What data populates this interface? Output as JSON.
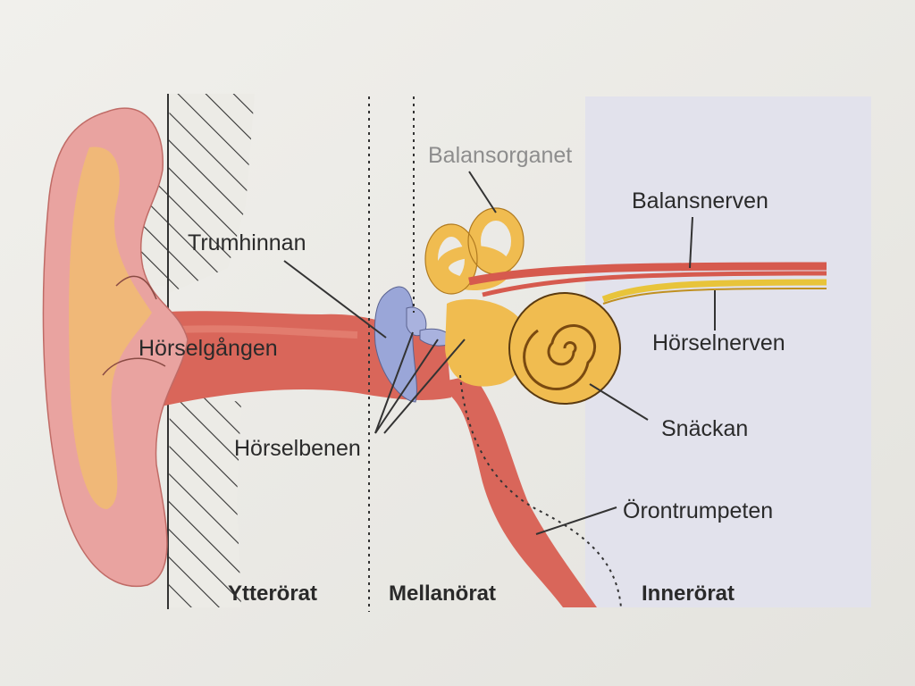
{
  "labels": {
    "balansorganet": "Balansorganet",
    "balansnerven": "Balansnerven",
    "trumhinnan": "Trumhinnan",
    "horselgangen": "Hörselgången",
    "horselnerven": "Hörselnerven",
    "snackan": "Snäckan",
    "horselbenen": "Hörselbenen",
    "orontrumpeten": "Örontrumpeten"
  },
  "regions": {
    "outer": "Ytterörat",
    "middle": "Mellanörat",
    "inner": "Innerörat"
  },
  "colors": {
    "paper": "#ecebe6",
    "inner_shade": "#e3e3ec",
    "skin": "#e9a3a0",
    "cartilage": "#f0b878",
    "canal": "#d9665a",
    "bone": "#f0bc50",
    "membrane": "#9aa6d8",
    "nerve_red": "#d65a4e",
    "nerve_yellow": "#e8c43a"
  }
}
